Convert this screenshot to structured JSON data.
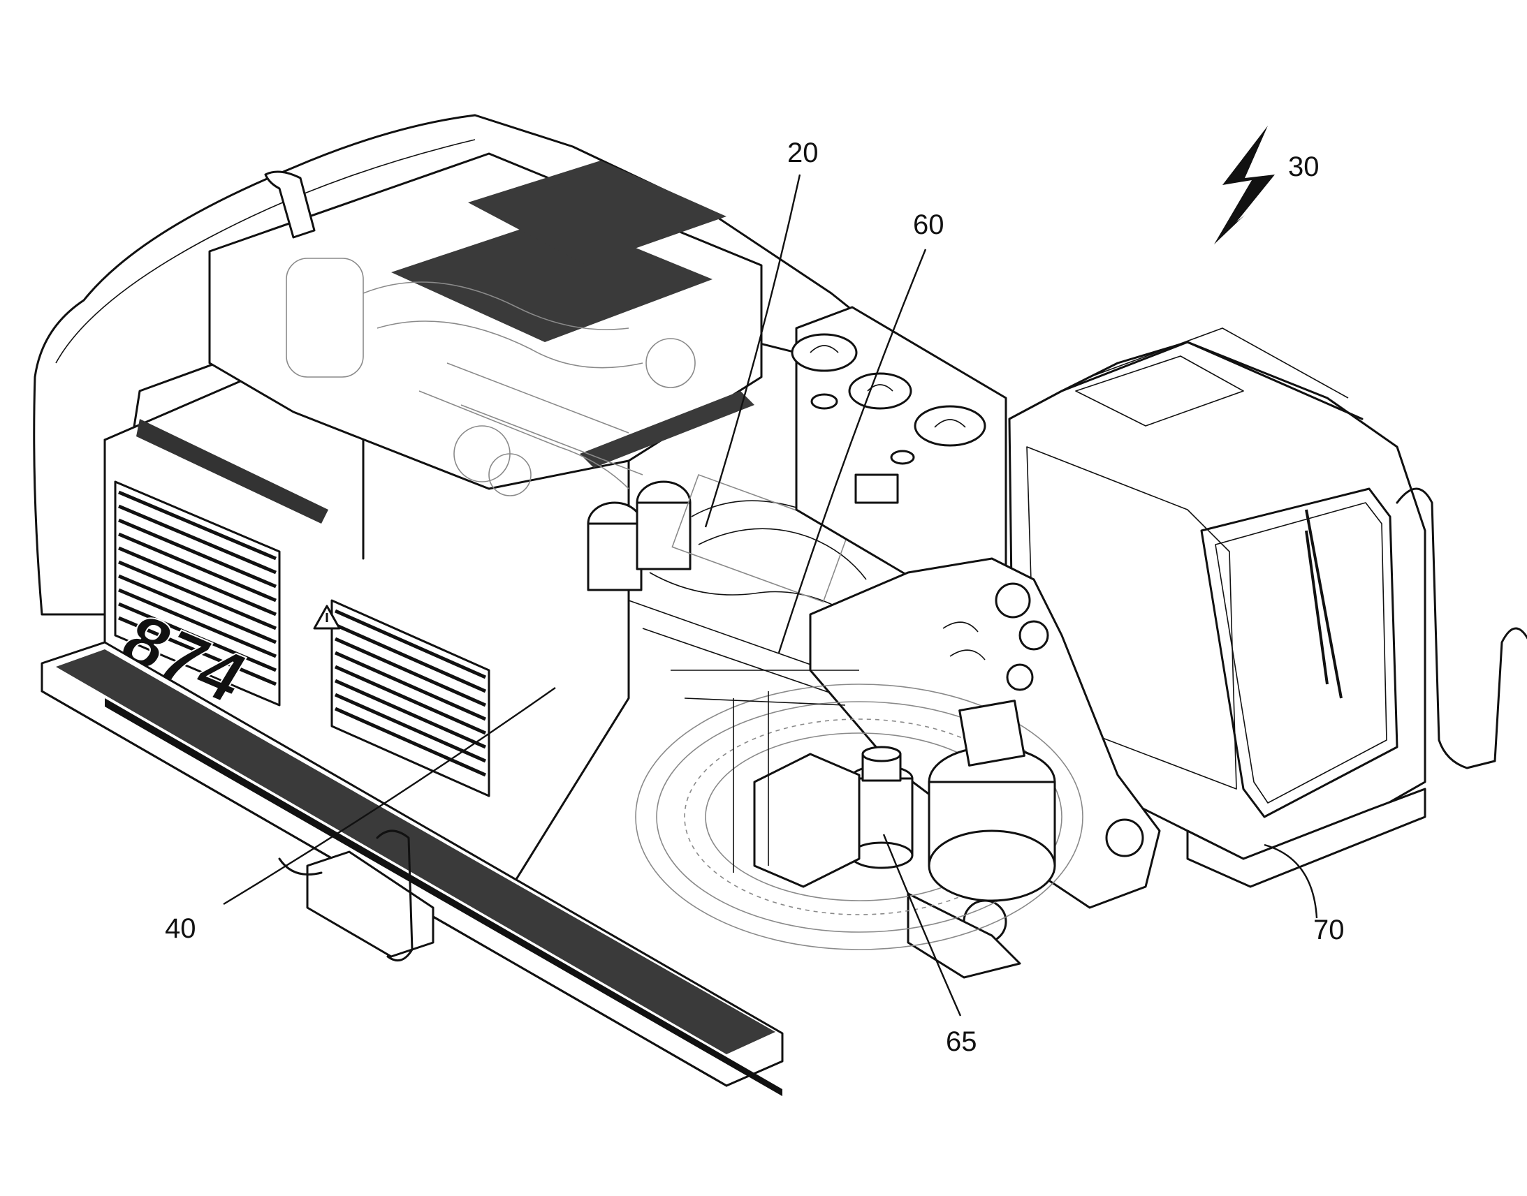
{
  "figure": {
    "model_number": "874",
    "reference_labels": {
      "label_20": "20",
      "label_30": "30",
      "label_40": "40",
      "label_60": "60",
      "label_65": "65",
      "label_70": "70"
    },
    "icons": [
      "lightning-bolt-icon",
      "warning-triangle-icon"
    ]
  }
}
